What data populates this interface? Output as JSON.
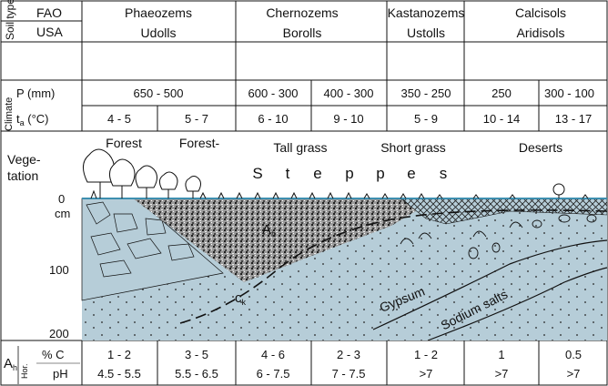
{
  "header": {
    "soil_types_label": "Soil types",
    "fao_label": "FAO",
    "usa_label": "USA",
    "fao_names": [
      "Phaeozems",
      "Chernozems",
      "Kastanozems",
      "Calcisols"
    ],
    "usa_names": [
      "Udolls",
      "Borolls",
      "Ustolls",
      "Aridisols"
    ]
  },
  "climate": {
    "label": "Climate",
    "p_label": "P (mm)",
    "t_label_main": "t",
    "t_label_sub": "a",
    "t_label_unit": " (°C)",
    "precip": [
      "650 - 500",
      "600 - 300",
      "400 - 300",
      "350 - 250",
      "250",
      "300 - 100"
    ],
    "temp": [
      "4 - 5",
      "5 - 7",
      "6 - 10",
      "9 - 10",
      "5 - 9",
      "10 - 14",
      "13 - 17"
    ]
  },
  "vegetation": {
    "label_line1": "Vege-",
    "label_line2": "tation",
    "types": [
      "Forest",
      "Forest-",
      "Tall grass",
      "Short grass",
      "Deserts"
    ],
    "steppes_letters": [
      "S",
      "t",
      "e",
      "p",
      "p",
      "e",
      "s"
    ]
  },
  "profile": {
    "depth_unit": "cm",
    "depth_ticks": [
      "0",
      "100",
      "200"
    ],
    "horizon_ah": "A",
    "horizon_ah_sub": "h",
    "horizon_ck": "c",
    "horizon_ck_sub": "k",
    "gypsum_label": "Gypsum",
    "sodium_label": "Sodium salts"
  },
  "ah_horizon": {
    "label_main": "A",
    "label_sub": "h",
    "hor_label": "Hor.",
    "c_label": "% C",
    "ph_label": "pH",
    "carbon": [
      "1 - 2",
      "3 - 5",
      "4 - 6",
      "2 - 3",
      "1 - 2",
      "1",
      "0.5"
    ],
    "ph": [
      "4.5 - 5.5",
      "5.5 - 6.5",
      "6 - 7.5",
      "7 - 7.5",
      ">7",
      ">7",
      ">7"
    ]
  },
  "colors": {
    "soil_fill": "#b6cdd8",
    "line": "#111111",
    "ground_line": "#3e8fb0"
  }
}
